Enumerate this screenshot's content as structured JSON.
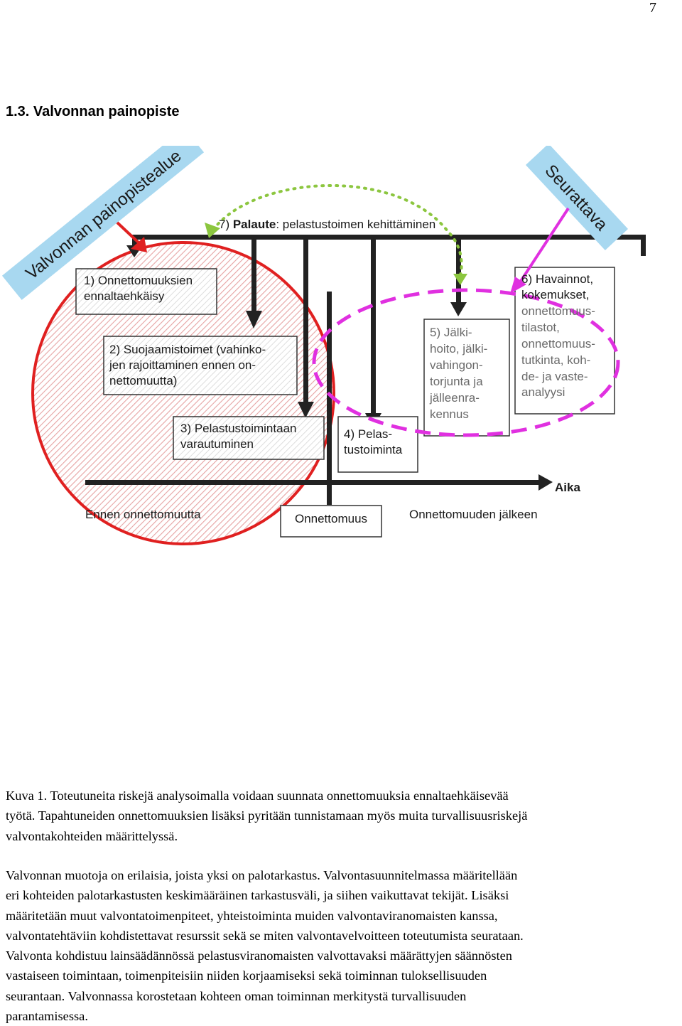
{
  "page_number": "7",
  "heading": "1.3. Valvonnan painopiste",
  "diagram": {
    "banner_left": "Valvonnan painopistealue",
    "banner_right": "Seurattava",
    "feedback": {
      "prefix": "7) ",
      "bold": "Palaute",
      "rest": ": pelastustoimen kehittäminen"
    },
    "box1": [
      "1) Onnettomuuksien",
      "ennaltaehkäisy"
    ],
    "box2": [
      "2) Suojaamistoimet (vahinko-",
      "jen rajoittaminen ennen on-",
      "nettomuutta)"
    ],
    "box3": [
      "3) Pelastustoimintaan",
      "varautuminen"
    ],
    "box4": [
      "4) Pelas-",
      "tustoiminta"
    ],
    "box5": [
      "5)    Jälki-",
      "hoito, jälki-",
      "vahingon-",
      "torjunta   ja",
      "jälleenra-",
      "kennus"
    ],
    "box6_dark": [
      "6)  Havainnot,",
      "kokemukset,"
    ],
    "box6_light": [
      "onnettomuus-",
      "tilastot,",
      "onnettomuus-",
      "tutkinta,  koh-",
      "de-  ja  vaste-",
      "analyysi"
    ],
    "time_label": "Aika",
    "before_label": "Ennen onnettomuutta",
    "accident_label": "Onnettomuus",
    "after_label": "Onnettomuuden jälkeen",
    "colors": {
      "red_circle": "#e02020",
      "magenta_ellipse": "#e030e0",
      "green_arrow": "#8cc63f",
      "banner": "#a8d8f0",
      "hatch": "#e8a0a0"
    }
  },
  "caption_lines": [
    "Kuva 1. Toteutuneita riskejä analysoimalla voidaan suunnata onnettomuuksia ennaltaehkäisevää",
    "työtä. Tapahtuneiden onnettomuuksien lisäksi pyritään tunnistamaan myös muita turvallisuusriskejä",
    "valvontakohteiden määrittelyssä."
  ],
  "body_lines": [
    "Valvonnan muotoja on erilaisia, joista yksi on palotarkastus. Valvontasuunnitelmassa määritellään",
    "eri kohteiden palotarkastusten keskimääräinen tarkastusväli, ja siihen vaikuttavat tekijät. Lisäksi",
    "määritetään muut valvontatoimenpiteet, yhteistoiminta muiden valvontaviranomaisten kanssa,",
    "valvontatehtäviin kohdistettavat resurssit sekä se miten valvontavelvoitteen toteutumista seurataan.",
    "Valvonta kohdistuu lainsäädännössä pelastusviranomaisten valvottavaksi määrättyjen säännösten",
    "vastaiseen toimintaan, toimenpiteisiin niiden korjaamiseksi sekä toiminnan tuloksellisuuden",
    "seurantaan. Valvonnassa korostetaan kohteen oman toiminnan merkitystä turvallisuuden",
    "parantamisessa."
  ]
}
